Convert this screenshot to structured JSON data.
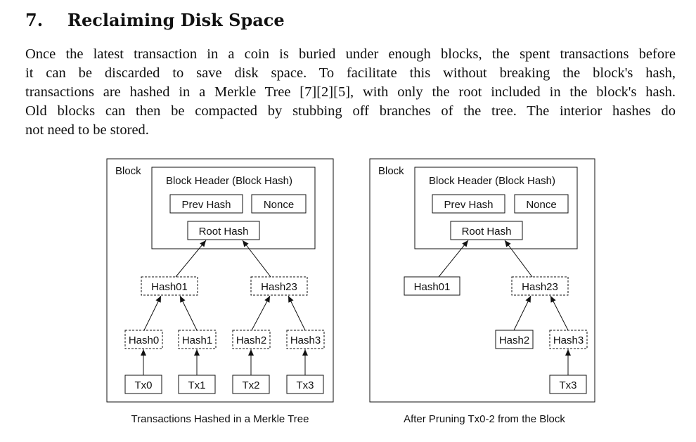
{
  "section": {
    "number": "7.",
    "title": "Reclaiming Disk Space"
  },
  "paragraph_lines": [
    "Once the latest transaction in a coin is buried under enough blocks, the spent transactions before",
    "it can be discarded to save disk space.  To facilitate this without breaking the block's hash,",
    "transactions are hashed in a Merkle Tree [7][2][5], with only the root included in the block's hash.",
    "Old blocks can then be compacted by stubbing off branches of the tree.  The interior hashes do",
    "not need to be stored."
  ],
  "figure_left": {
    "block_label": "Block",
    "header_label": "Block Header (Block Hash)",
    "prev_hash": "Prev Hash",
    "nonce": "Nonce",
    "root_hash": "Root Hash",
    "hash01": "Hash01",
    "hash23": "Hash23",
    "hash0": "Hash0",
    "hash1": "Hash1",
    "hash2": "Hash2",
    "hash3": "Hash3",
    "tx0": "Tx0",
    "tx1": "Tx1",
    "tx2": "Tx2",
    "tx3": "Tx3",
    "caption": "Transactions Hashed in a Merkle Tree"
  },
  "figure_right": {
    "block_label": "Block",
    "header_label": "Block Header (Block Hash)",
    "prev_hash": "Prev Hash",
    "nonce": "Nonce",
    "root_hash": "Root Hash",
    "hash01": "Hash01",
    "hash23": "Hash23",
    "hash2": "Hash2",
    "hash3": "Hash3",
    "tx3": "Tx3",
    "caption": "After Pruning Tx0-2 from the Block"
  }
}
